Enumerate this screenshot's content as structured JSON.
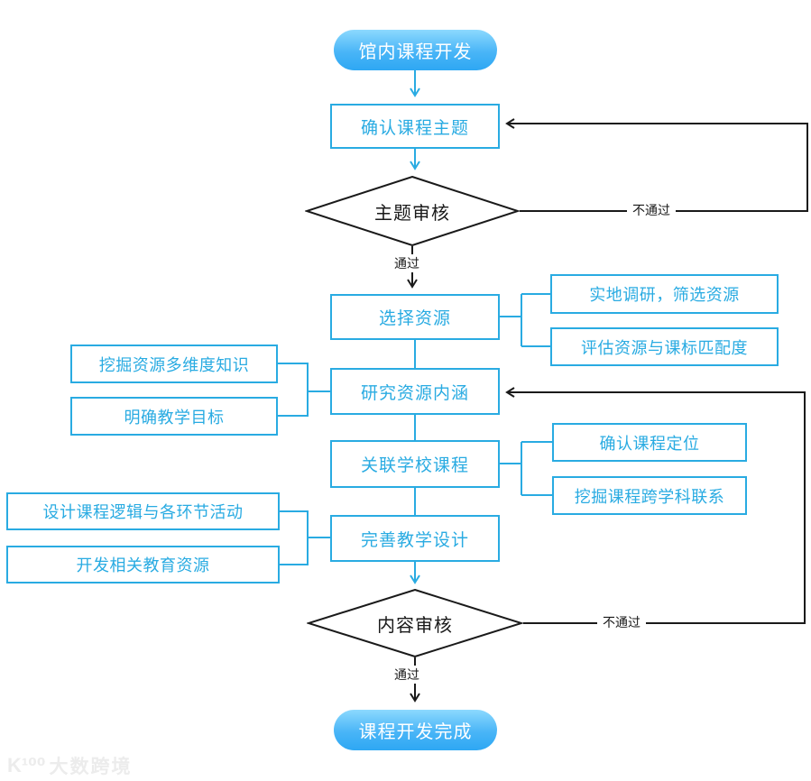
{
  "colors": {
    "accent_blue": "#29ABE2",
    "pill_gradient_top": "#8CD9FE",
    "pill_gradient_bottom": "#2EA7F3",
    "line_black": "#1A1A1A",
    "watermark_gray": "#ECECEC"
  },
  "nodes": {
    "start": {
      "label": "馆内课程开发"
    },
    "confirm_theme": {
      "label": "确认课程主题"
    },
    "theme_review": {
      "label": "主题审核"
    },
    "select_resources": {
      "label": "选择资源"
    },
    "research_connotation": {
      "label": "研究资源内涵"
    },
    "link_school_curriculum": {
      "label": "关联学校课程"
    },
    "improve_teaching_design": {
      "label": "完善教学设计"
    },
    "content_review": {
      "label": "内容审核"
    },
    "finish": {
      "label": "课程开发完成"
    },
    "field_research": {
      "label": "实地调研，筛选资源"
    },
    "evaluate_match": {
      "label": "评估资源与课标匹配度"
    },
    "mine_knowledge": {
      "label": "挖掘资源多维度知识"
    },
    "teaching_goals": {
      "label": "明确教学目标"
    },
    "course_positioning": {
      "label": "确认课程定位"
    },
    "cross_discipline": {
      "label": "挖掘课程跨学科联系"
    },
    "design_logic": {
      "label": "设计课程逻辑与各环节活动"
    },
    "develop_resources": {
      "label": "开发相关教育资源"
    }
  },
  "edge_labels": {
    "theme_pass": "通过",
    "theme_fail": "不通过",
    "content_pass": "通过",
    "content_fail": "不通过"
  },
  "watermark": {
    "logo": "K¹⁰⁰",
    "brand": "大数跨境"
  }
}
